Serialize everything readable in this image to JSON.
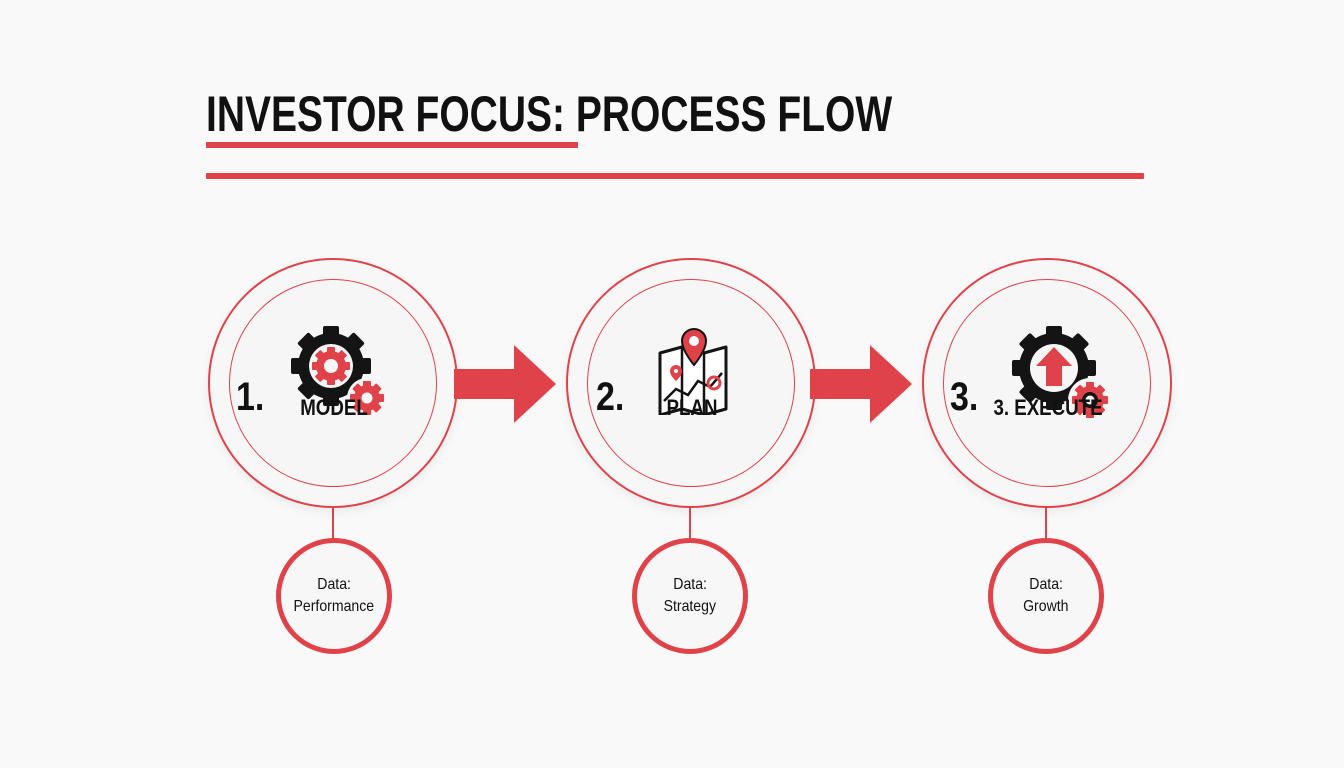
{
  "title": {
    "text": "INVESTOR FOCUS: PROCESS FLOW"
  },
  "colors": {
    "accent": "#e0424a",
    "ink": "#111111",
    "background": "#f9f9f9"
  },
  "steps": [
    {
      "number": "1.",
      "label": "MODEL",
      "icon": "gears-icon",
      "data_line1": "Data:",
      "data_line2": "Performance"
    },
    {
      "number": "2.",
      "label": "PLAN",
      "icon": "map-pin-icon",
      "data_line1": "Data:",
      "data_line2": "Strategy"
    },
    {
      "number": "3.",
      "label": "3. EXECUTE",
      "icon": "gear-arrow-up-icon",
      "data_line1": "Data:",
      "data_line2": "Growth"
    }
  ]
}
